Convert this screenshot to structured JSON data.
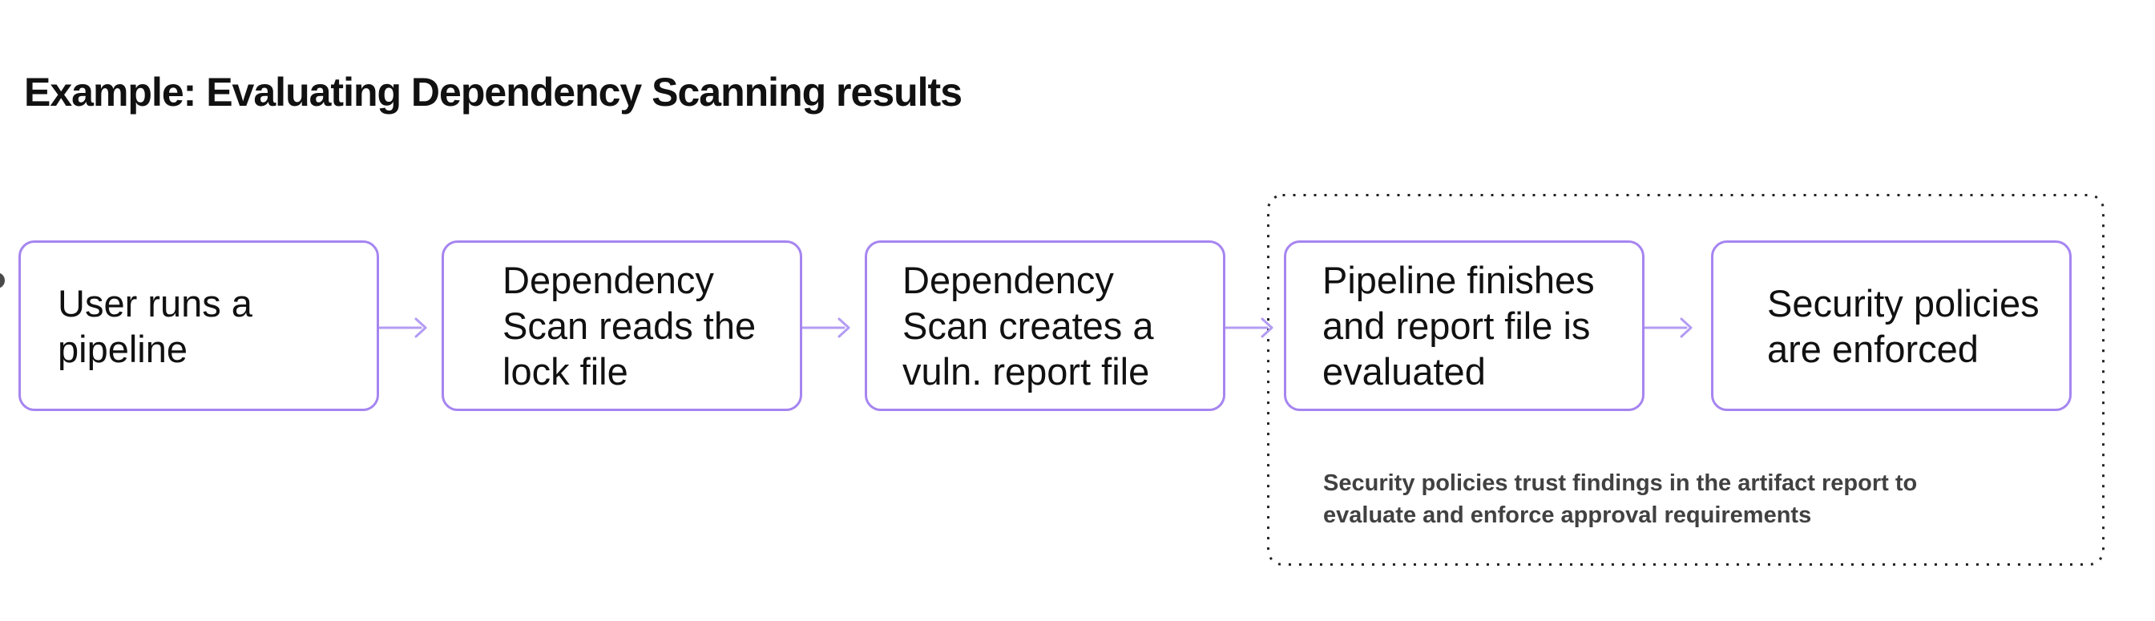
{
  "title": "Example: Evaluating Dependency Scanning results",
  "flow": {
    "nodes": [
      {
        "id": "user-runs-pipeline",
        "lines": [
          "User runs a",
          "pipeline"
        ]
      },
      {
        "id": "dep-scan-reads-lock",
        "lines": [
          "Dependency",
          "Scan reads the",
          "lock file"
        ]
      },
      {
        "id": "dep-scan-creates-report",
        "lines": [
          "Dependency",
          "Scan creates a",
          "vuln. report file"
        ]
      },
      {
        "id": "pipeline-finishes-evaluated",
        "lines": [
          "Pipeline finishes",
          "and report file is",
          "evaluated"
        ]
      },
      {
        "id": "security-policies-enforced",
        "lines": [
          "Security policies",
          "are enforced"
        ]
      }
    ],
    "group": {
      "note_lines": [
        "Security policies trust findings in the artifact report to",
        "evaluate and enforce approval requirements"
      ]
    }
  },
  "colors": {
    "node_border": "#a685f0",
    "arrow": "#b39cf3",
    "group_border": "#222222",
    "note_text": "#414141",
    "node_text": "#111111",
    "title_text": "#111111"
  }
}
